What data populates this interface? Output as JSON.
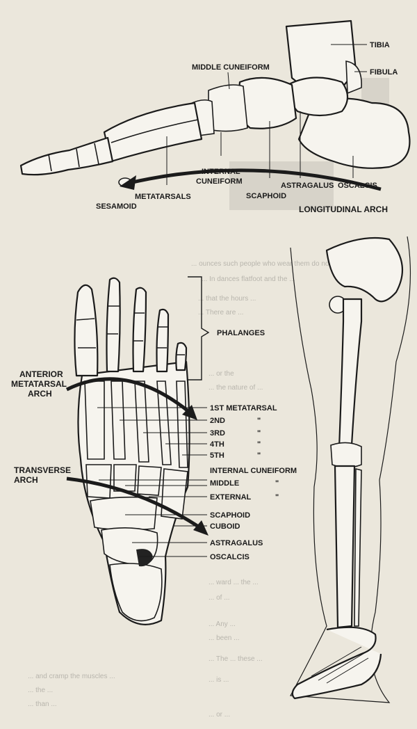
{
  "top_foot": {
    "labels": {
      "tibia": "TIBIA",
      "fibula": "FIBULA",
      "middle_cuneiform": "MIDDLE CUNEIFORM",
      "internal_cuneiform_1": "INTERNAL",
      "internal_cuneiform_2": "CUNEIFORM",
      "metatarsals": "METATARSALS",
      "sesamoid": "SESAMOID",
      "scaphoid": "SCAPHOID",
      "astragalus": "ASTRAGALUS",
      "oscalcis": "OSCALCIS",
      "longitudinal_arch": "LONGITUDINAL ARCH"
    }
  },
  "bottom_foot": {
    "labels": {
      "phalanges": "PHALANGES",
      "anterior_1": "ANTERIOR",
      "anterior_2": "METATARSAL",
      "anterior_3": "ARCH",
      "metatarsal_1st": "1ST METATARSAL",
      "metatarsal_2nd": "2ND",
      "metatarsal_3rd": "3RD",
      "metatarsal_4th": "4TH",
      "metatarsal_5th": "5TH",
      "ditto": "\"",
      "internal_cuneiform": "INTERNAL CUNEIFORM",
      "middle": "MIDDLE",
      "external": "EXTERNAL",
      "transverse_1": "TRANSVERSE",
      "transverse_2": "ARCH",
      "scaphoid": "SCAPHOID",
      "cuboid": "CUBOID",
      "astragalus": "ASTRAGALUS",
      "oscalcis": "OSCALCIS"
    }
  },
  "background_text": {
    "lines": [
      "... ounces such people who wear them do not",
      "... In dances flatfoot and the ...",
      "... that the hours ...",
      "... There are ... ",
      "... or the",
      "... the nature of ...",
      "... ward ... the ...",
      "... of ...",
      "... Any ...",
      "... been ...",
      "... The ... these ...",
      "... and cramp the muscles ...",
      "... the ...",
      "... than ...",
      "... is ...",
      "... or ..."
    ]
  }
}
